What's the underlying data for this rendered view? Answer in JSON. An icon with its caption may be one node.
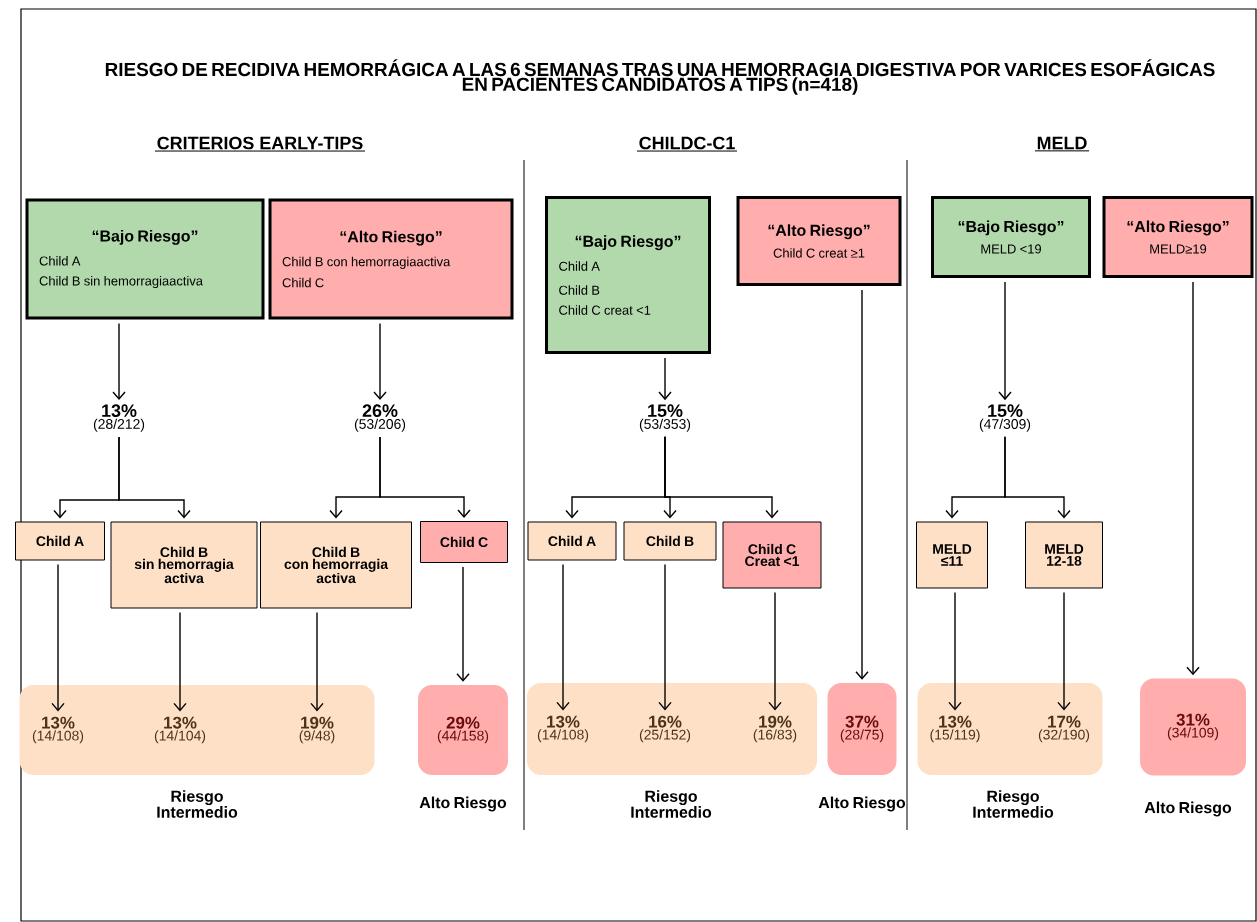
{
  "diagram": {
    "title": "RIESGO DE RECIDIVA HEMORRÁGICA A LAS 6 SEMANAS TRAS UNA HEMORRAGIA DIGESTIVA POR VARICES ESOFÁGICAS EN PACIENTES CANDIDATOS A TIPS (n=418)",
    "nodes": [
      {
        "text": [
          "“Bajo Riesgo”",
          "Child A",
          "Child B sin hemorragiaactiva"
        ]
      },
      {
        "text": [
          "“Alto Riesgo”",
          "Child B con hemorragiaactiva",
          "Child C"
        ]
      },
      {
        "text": [
          "13%",
          "(28/212)"
        ]
      },
      {
        "text": [
          "26%",
          "(53/206)"
        ]
      },
      {
        "text": [
          "Child A"
        ]
      },
      {
        "text": [
          "Child B",
          "sin hemorragia activa"
        ]
      },
      {
        "text": [
          "Child B",
          "con hemorragia activa"
        ]
      },
      {
        "text": [
          "Child C"
        ]
      },
      {
        "text": [],
        "shape": "box",
        "beside": [
          "Riesgo Intermedio"
        ]
      },
      {
        "text": [
          "13%",
          "(14/108)"
        ],
        "in": 8
      },
      {
        "text": [
          "13%",
          "(14/104)"
        ],
        "in": 8
      },
      {
        "text": [
          "19%",
          "(9/48)"
        ],
        "in": 8
      },
      {
        "text": [
          "29%",
          "(44/158)"
        ],
        "beside": [
          "Alto Riesgo"
        ]
      },
      {
        "text": [
          "“Bajo Riesgo”",
          "Child A",
          "Child B",
          "Child C creat <1"
        ]
      },
      {
        "text": [
          "“Alto Riesgo”",
          "Child C creat ≥1"
        ]
      },
      {
        "text": [
          "15%",
          "(53/353)"
        ]
      },
      {
        "text": [
          "Child A"
        ]
      },
      {
        "text": [
          "Child B"
        ]
      },
      {
        "text": [
          "Child C",
          "Creat <1"
        ]
      },
      {
        "text": [],
        "shape": "box",
        "beside": [
          "Riesgo Intermedio"
        ]
      },
      {
        "text": [
          "13%",
          "(14/108)"
        ],
        "in": 19
      },
      {
        "text": [
          "16%",
          "(25/152)"
        ],
        "in": 19
      },
      {
        "text": [
          "19%",
          "(16/83)"
        ],
        "in": 19
      },
      {
        "text": [
          "37%",
          "(28/75)"
        ],
        "beside": [
          "Alto Riesgo"
        ]
      },
      {
        "text": [
          "“Bajo Riesgo”",
          "MELD <19"
        ]
      },
      {
        "text": [
          "“Alto Riesgo”",
          "MELD≥19"
        ]
      },
      {
        "text": [
          "15%",
          "(47/309)"
        ]
      },
      {
        "text": [
          "MELD",
          "≤11"
        ]
      },
      {
        "text": [
          "MELD",
          "12-18"
        ]
      },
      {
        "text": [],
        "shape": "box",
        "beside": [
          "Riesgo Intermedio"
        ]
      },
      {
        "text": [
          "13%",
          "(15/119)"
        ],
        "in": 29
      },
      {
        "text": [
          "17%",
          "(32/190)"
        ],
        "in": 29
      },
      {
        "text": [
          "31%",
          "(34/109)"
        ],
        "beside": [
          "Alto Riesgo"
        ]
      }
    ],
    "edges": [
      {
        "from": 0,
        "to": 2,
        "arrow": "to"
      },
      {
        "from": 1,
        "to": 3,
        "arrow": "to"
      },
      {
        "from": 2,
        "to": 4,
        "arrow": "to"
      },
      {
        "from": 2,
        "to": 5,
        "arrow": "to"
      },
      {
        "from": 3,
        "to": 6,
        "arrow": "to"
      },
      {
        "from": 3,
        "to": 7,
        "arrow": "to"
      },
      {
        "from": 4,
        "to": 9,
        "arrow": "to"
      },
      {
        "from": 5,
        "to": 10,
        "arrow": "to"
      },
      {
        "from": 6,
        "to": 11,
        "arrow": "to"
      },
      {
        "from": 7,
        "to": 12,
        "arrow": "to"
      },
      {
        "from": 13,
        "to": 15,
        "arrow": "to"
      },
      {
        "from": 15,
        "to": 16,
        "arrow": "to"
      },
      {
        "from": 15,
        "to": 17,
        "arrow": "to"
      },
      {
        "from": 15,
        "to": 18,
        "arrow": "to"
      },
      {
        "from": 16,
        "to": 20,
        "arrow": "to"
      },
      {
        "from": 17,
        "to": 21,
        "arrow": "to"
      },
      {
        "from": 18,
        "to": 22,
        "arrow": "to"
      },
      {
        "from": 14,
        "to": 23,
        "arrow": "to"
      },
      {
        "from": 24,
        "to": 26,
        "arrow": "to"
      },
      {
        "from": 26,
        "to": 27,
        "arrow": "to"
      },
      {
        "from": 26,
        "to": 28,
        "arrow": "to"
      },
      {
        "from": 27,
        "to": 30,
        "arrow": "to"
      },
      {
        "from": 28,
        "to": 31,
        "arrow": "to"
      },
      {
        "from": 25,
        "to": 32,
        "arrow": "to"
      }
    ],
    "labels": [
      "CRITERIOS EARLY-TIPS",
      "CHILDC-C1",
      "MELD"
    ]
  }
}
